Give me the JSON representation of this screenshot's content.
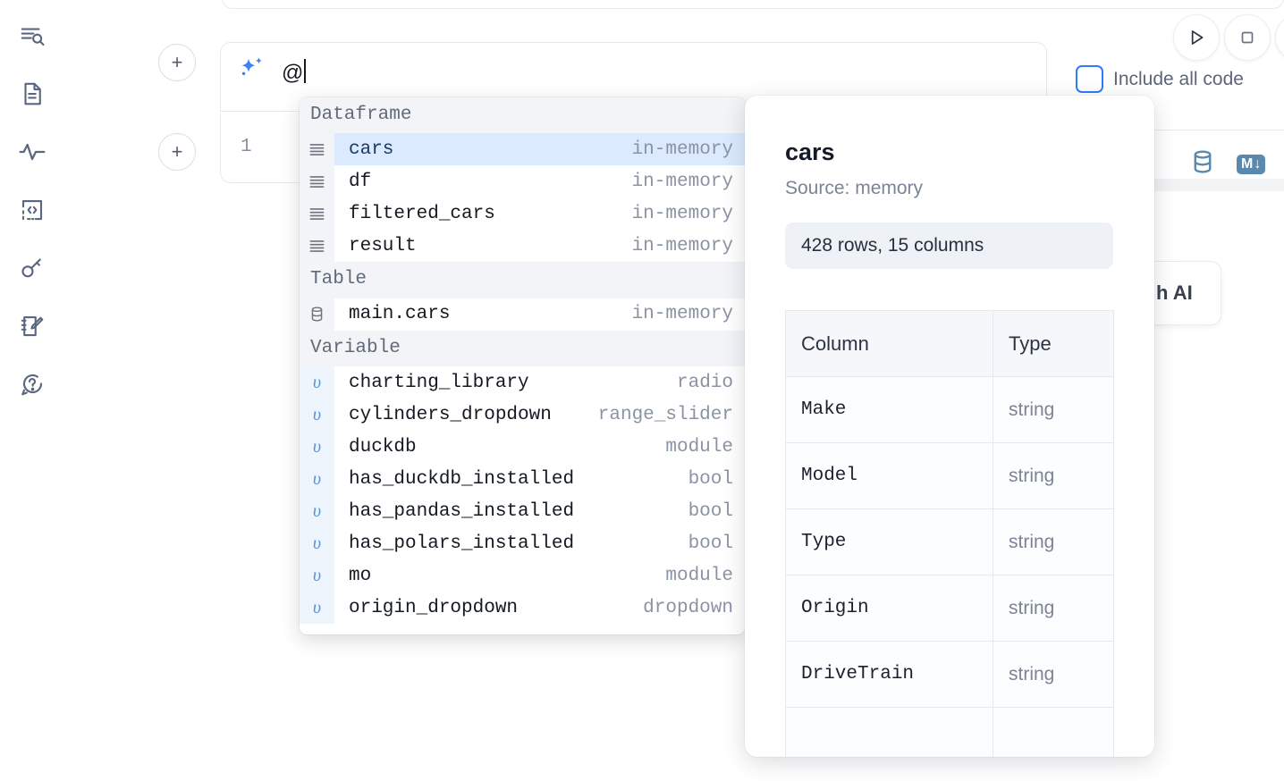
{
  "sidebar": {
    "items": [
      {
        "name": "file-search-icon",
        "label": "File search"
      },
      {
        "name": "document-icon",
        "label": "Documentation"
      },
      {
        "name": "activity-icon",
        "label": "Activity"
      },
      {
        "name": "code-snippet-icon",
        "label": "Snippets"
      },
      {
        "name": "key-icon",
        "label": "Secrets"
      },
      {
        "name": "scratchpad-icon",
        "label": "Scratchpad"
      },
      {
        "name": "help-chat-icon",
        "label": "Help"
      }
    ]
  },
  "toolbar": {
    "add_cell_above_label": "+",
    "add_cell_below_label": "+",
    "run_label": "run-icon",
    "stop_label": "stop-icon",
    "include_all_code_label": "Include all code",
    "include_all_code_checked": false,
    "database_icon_label": "database-icon",
    "markdown_icon_label": "M",
    "markdown_icon_arrow": "↓"
  },
  "ai_prompt": {
    "icon": "sparkle-icon",
    "value": "@",
    "accent_color": "#3b82f6"
  },
  "editor": {
    "line_number": "1"
  },
  "ai_card": {
    "text": "h AI"
  },
  "autocomplete": {
    "groups": [
      {
        "label": "Dataframe",
        "icon": "dataframe-icon",
        "kind": "dataframe",
        "items": [
          {
            "name": "cars",
            "type": "in-memory",
            "selected": true
          },
          {
            "name": "df",
            "type": "in-memory",
            "selected": false
          },
          {
            "name": "filtered_cars",
            "type": "in-memory",
            "selected": false
          },
          {
            "name": "result",
            "type": "in-memory",
            "selected": false
          }
        ]
      },
      {
        "label": "Table",
        "icon": "table-icon",
        "kind": "table",
        "items": [
          {
            "name": "main.cars",
            "type": "in-memory",
            "selected": false
          }
        ]
      },
      {
        "label": "Variable",
        "icon": "variable-icon",
        "kind": "variable",
        "items": [
          {
            "name": "charting_library",
            "type": "radio",
            "selected": false
          },
          {
            "name": "cylinders_dropdown",
            "type": "range_slider",
            "selected": false
          },
          {
            "name": "duckdb",
            "type": "module",
            "selected": false
          },
          {
            "name": "has_duckdb_installed",
            "type": "bool",
            "selected": false
          },
          {
            "name": "has_pandas_installed",
            "type": "bool",
            "selected": false
          },
          {
            "name": "has_polars_installed",
            "type": "bool",
            "selected": false
          },
          {
            "name": "mo",
            "type": "module",
            "selected": false
          },
          {
            "name": "origin_dropdown",
            "type": "dropdown",
            "selected": false
          }
        ]
      }
    ]
  },
  "preview": {
    "title": "cars",
    "source": "Source: memory",
    "shape": "428 rows, 15 columns",
    "table": {
      "headers": [
        "Column",
        "Type"
      ],
      "rows": [
        [
          "Make",
          "string"
        ],
        [
          "Model",
          "string"
        ],
        [
          "Type",
          "string"
        ],
        [
          "Origin",
          "string"
        ],
        [
          "DriveTrain",
          "string"
        ]
      ]
    }
  }
}
